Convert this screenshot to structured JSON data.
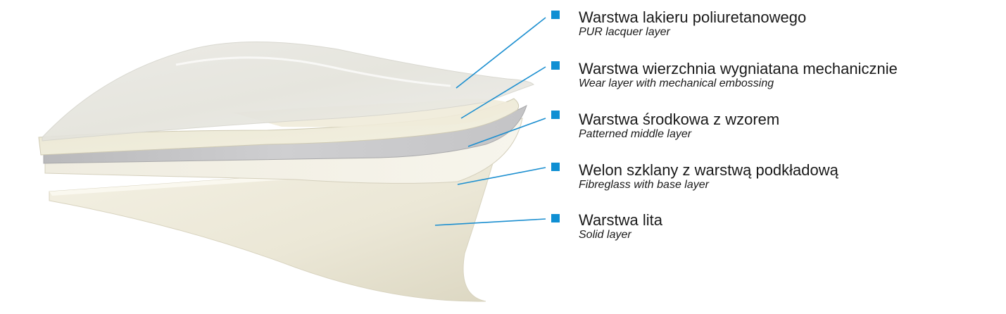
{
  "colors": {
    "accent": "#0f8fd3",
    "leader_line": "#1c8fd0",
    "text": "#1a1a1a"
  },
  "layers": [
    {
      "pl": "Warstwa lakieru poliuretanowego",
      "en": "PUR lacquer layer"
    },
    {
      "pl": "Warstwa wierzchnia wygniatana mechanicznie",
      "en": "Wear layer with mechanical embossing"
    },
    {
      "pl": "Warstwa środkowa z wzorem",
      "en": "Patterned middle layer"
    },
    {
      "pl": "Welon szklany z warstwą podkładową",
      "en": "Fibreglass with base layer"
    },
    {
      "pl": "Warstwa lita",
      "en": "Solid layer"
    }
  ]
}
